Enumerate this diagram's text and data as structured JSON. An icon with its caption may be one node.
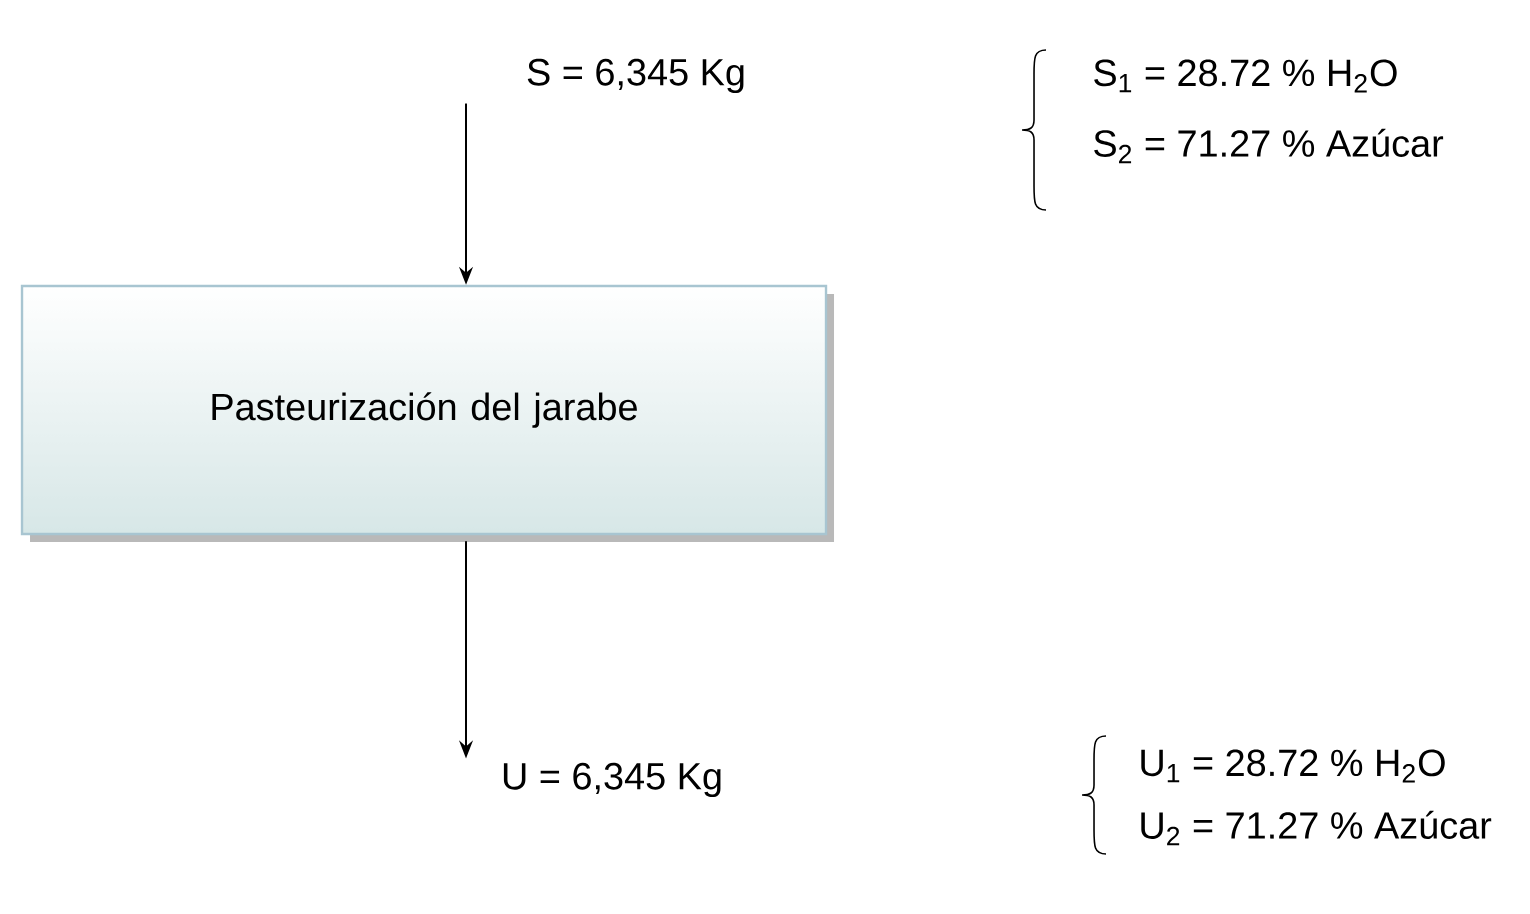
{
  "diagram": {
    "nodes": [
      {
        "text": [
          "S = 6,345 Kg"
        ]
      },
      {
        "text": [
          "Pasteurización del jarabe"
        ]
      },
      {
        "text": [
          "U = 6,345 Kg"
        ]
      }
    ],
    "edges": [
      {
        "from": 0,
        "to": 1,
        "arrow": "to"
      },
      {
        "from": 1,
        "to": 2,
        "arrow": "to"
      }
    ],
    "labels": [
      "S$_{1}$ = 28.72 % H$_{2}$O",
      "S$_{2}$ = 71.27 % Azúcar",
      "U$_{1}$ = 28.72 % H$_{2}$O",
      "U$_{2}$ = 71.27 % Azúcar"
    ]
  }
}
